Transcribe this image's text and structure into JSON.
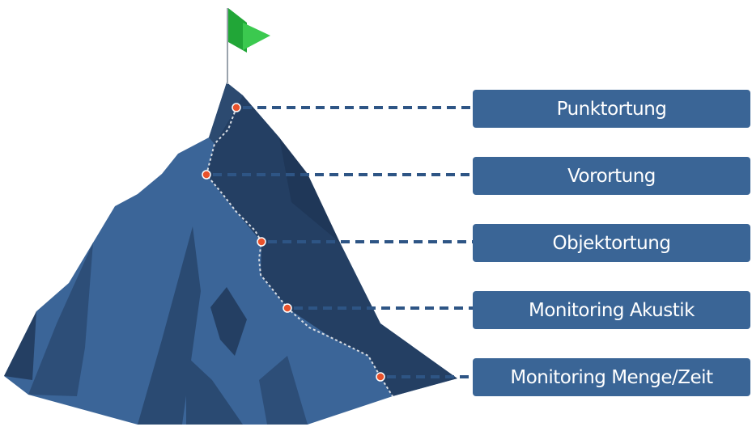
{
  "stages": [
    {
      "id": "punktortung",
      "label": "Punktortung"
    },
    {
      "id": "vorortung",
      "label": "Vorortung"
    },
    {
      "id": "objektortung",
      "label": "Objektortung"
    },
    {
      "id": "monitoring-akustik",
      "label": "Monitoring Akustik"
    },
    {
      "id": "monitoring-menge-zeit",
      "label": "Monitoring Menge/Zeit"
    }
  ],
  "colors": {
    "label_background": "#3a6596",
    "label_text": "#ffffff",
    "connector": "#2e5585",
    "mountain_light": "#3b6598",
    "mountain_dark": "#243f63",
    "path_dots": "#d8dde4",
    "waypoint": "#e8522c",
    "flag": "#21a637"
  }
}
